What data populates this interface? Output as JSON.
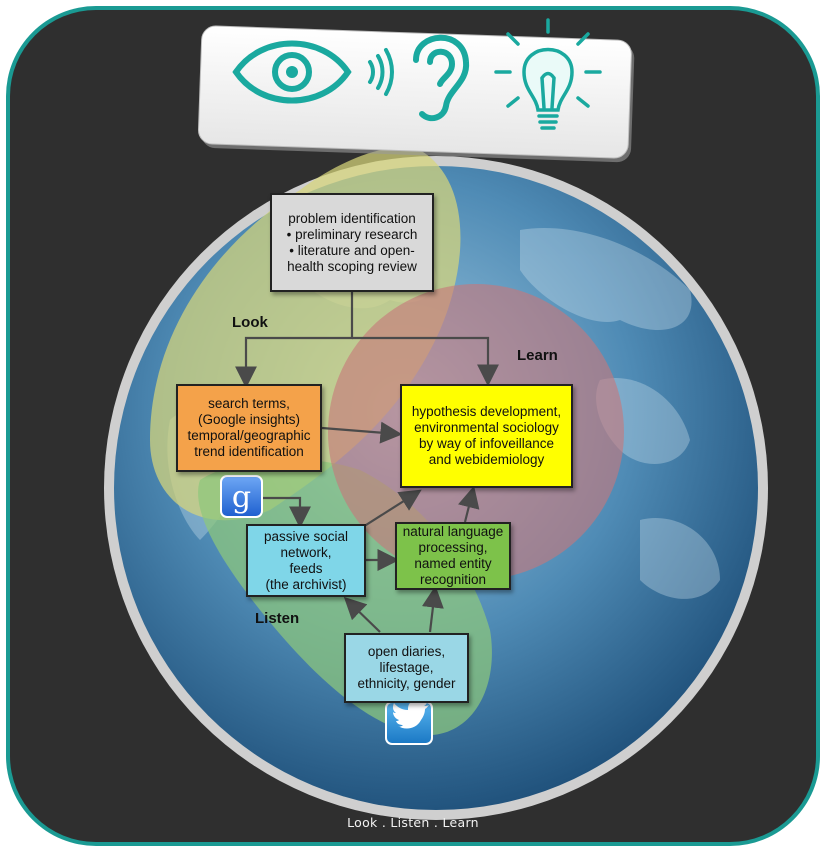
{
  "colors": {
    "teal_frame": "#1a9a93",
    "background_panel": "#2f2f2f",
    "globe_blue": "#3d7aa6",
    "look_region": "#d7d67a",
    "listen_region": "#8ec77b",
    "learn_region": "#c7787a",
    "problem_box": "#d9d9d9",
    "search_box": "#f4a24a",
    "social_box": "#7fd6e8",
    "nlp_box": "#7dc24a",
    "hypothesis_box": "#ffff00",
    "diaries_box": "#9ad7e6",
    "icon_teal": "#1aa99f"
  },
  "header_icons": [
    "eye-icon",
    "sound-waves-icon",
    "ear-icon",
    "lightbulb-icon"
  ],
  "regions": {
    "look": "Look",
    "listen": "Listen",
    "learn": "Learn"
  },
  "nodes": {
    "problem": "problem identification\n• preliminary research\n• literature and open-\nhealth scoping review",
    "search": "search terms,\n(Google insights)\ntemporal/geographic\ntrend identification",
    "social": "passive social\nnetwork,\nfeeds\n(the archivist)",
    "nlp": "natural language\nprocessing,\nnamed entity\nrecognition",
    "hypothesis": "hypothesis development,\nenvironmental sociology\nby way of infoveillance\nand webidemiology",
    "diaries": "open diaries,\nlifestage,\nethnicity, gender"
  },
  "badges": {
    "google": "g",
    "twitter": "twitter-bird-icon"
  },
  "footer": {
    "caption": "Look . Listen . Learn"
  }
}
